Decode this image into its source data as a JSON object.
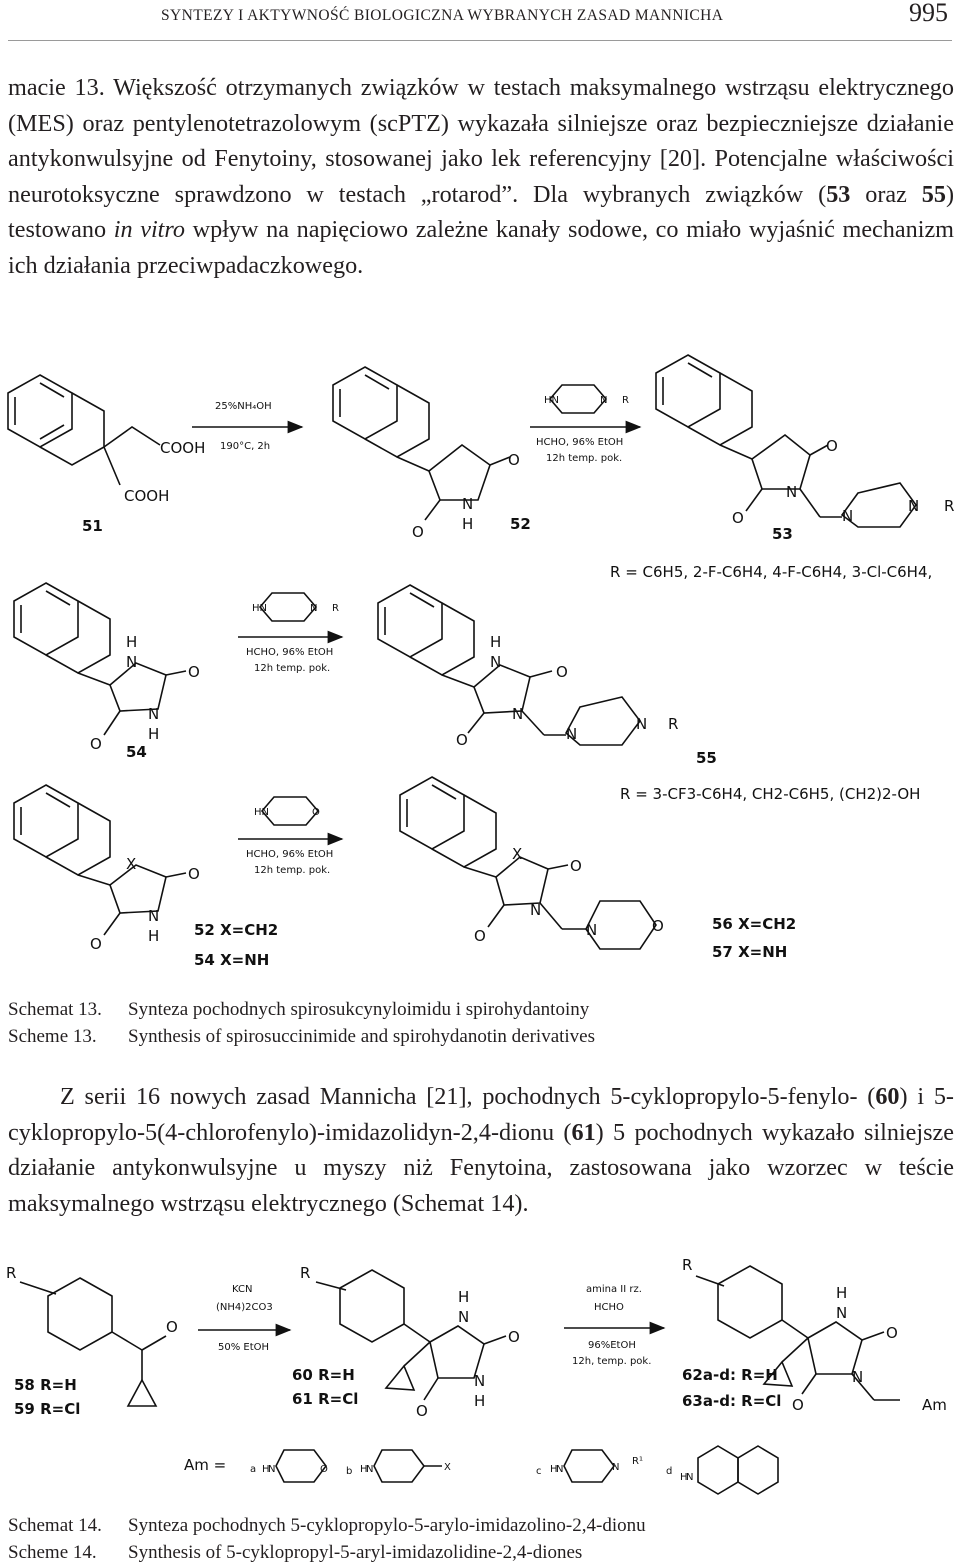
{
  "header": {
    "title": "SYNTEZY I AKTYWNOŚĆ BIOLOGICZNA WYBRANYCH ZASAD MANNICHA",
    "page_number": "995"
  },
  "para1": {
    "s1": "macie 13. Większość otrzymanych związków w testach maksymalnego wstrząsu elektrycznego (MES) oraz pentylenotetrazolowym (scPTZ) wykazała silniejsze oraz bezpieczniejsze działanie antykonwulsyjne od Fenytoiny, stosowanej jako lek referencyjny [20]. Potencjalne właściwości neurotoksyczne sprawdzono w testach „rotarod”. Dla wybranych związków (",
    "c53": "53",
    "s2": " oraz ",
    "c55": "55",
    "s3": ") testowano ",
    "italic": "in vitro",
    "s4": " wpływ na napięciowo zależne kanały sodowe, co miało wyjaśnić mechanizm ich działania przeciwpadaczkowego."
  },
  "scheme13": {
    "row1": {
      "cpd51": "51",
      "cooh1": "COOH",
      "cooh2": "COOH",
      "reag1_top": "25%NH₄OH",
      "reag1_bottom": "190°C, 2h",
      "cpd52": "52",
      "hn": "HN",
      "n": "N",
      "r": "R",
      "reag2_a": "HCHO, 96% EtOH",
      "reag2_b": "12h temp. pok.",
      "cpd53": "53",
      "o": "O",
      "h": "H",
      "r_line": "R = C6H5, 2-F-C6H4, 4-F-C6H4, 3-Cl-C6H4,"
    },
    "row2": {
      "cpd54": "54",
      "cpd55": "55",
      "reag_a": "HCHO, 96% EtOH",
      "reag_b": "12h temp. pok.",
      "r_line": "R = 3-CF3-C6H4, CH2-C6H5, (CH2)2-OH"
    },
    "row3": {
      "x": "X",
      "reag_a": "HCHO, 96% EtOH",
      "reag_b": "12h temp. pok.",
      "l52": "52 X=CH2",
      "l54": "54 X=NH",
      "l56": "56 X=CH2",
      "l57": "57 X=NH"
    },
    "caption_pl_label": "Schemat 13.",
    "caption_pl": "Synteza pochodnych spirosukcynyloimidu i spirohydantoiny",
    "caption_en_label": "Scheme 13.",
    "caption_en": "Synthesis of spirosuccinimide and spirohydanotin derivatives"
  },
  "para2": {
    "s1": "Z serii 16 nowych zasad Mannicha [21], pochodnych 5-cyklopropylo-5-fenylo- (",
    "c60": "60",
    "s2": ") i 5-cyklopropylo-5(4-chlorofenylo)-imidazolidyn-2,4-dionu (",
    "c61": "61",
    "s3": ") 5 pochodnych wykazało silniejsze działanie antykonwulsyjne u myszy niż Fenytoina, zastosowana jako wzorzec w teście maksymalnego wstrząsu elektrycznego (Schemat 14)."
  },
  "scheme14": {
    "r": "R",
    "o": "O",
    "h": "H",
    "n": "N",
    "reag1_a": "KCN",
    "reag1_b": "(NH4)2CO3",
    "reag1_c": "50% EtOH",
    "l58": "58 R=H",
    "l59": "59 R=Cl",
    "l60": "60 R=H",
    "l61": "61 R=Cl",
    "reag2_a": "amina II rz.",
    "reag2_b": "HCHO",
    "reag2_c": "96%EtOH",
    "reag2_d": "12h, temp. pok.",
    "l62": "62a-d: R=H",
    "l63": "63a-d: R=Cl",
    "am": "Am",
    "am_eq": "Am =",
    "am_a": "a",
    "am_b": "b",
    "am_c": "c",
    "am_d": "d",
    "am_x": "X",
    "am_r1": "R¹",
    "caption_pl_label": "Schemat 14.",
    "caption_pl": "Synteza pochodnych 5-cyklopropylo-5-arylo-imidazolino-2,4-dionu",
    "caption_en_label": "Scheme 14.",
    "caption_en": "Synthesis of 5-cyklopropyl-5-aryl-imidazolidine-2,4-diones"
  }
}
